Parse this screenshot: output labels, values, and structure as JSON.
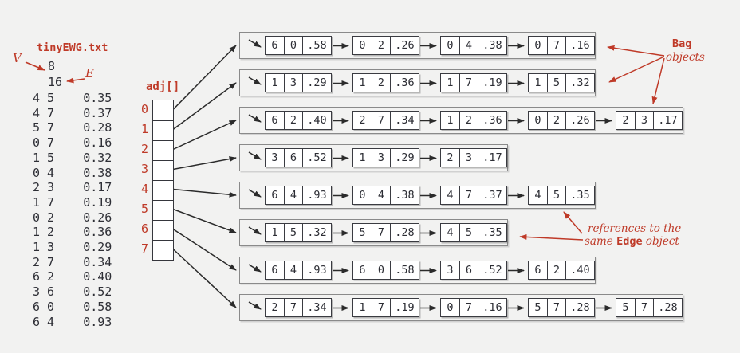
{
  "colors": {
    "accent_red": "#bf3a28",
    "ink": "#2e2f36",
    "row_border_gray": "#8a8a8a",
    "background": "#f2f2f1"
  },
  "file": {
    "title": "tinyEWG.txt",
    "v_label": "V",
    "v_value": "8",
    "e_label": "E",
    "e_value": "16",
    "edges": [
      "4 5    0.35",
      "4 7    0.37",
      "5 7    0.28",
      "0 7    0.16",
      "1 5    0.32",
      "0 4    0.38",
      "2 3    0.17",
      "1 7    0.19",
      "0 2    0.26",
      "1 2    0.36",
      "1 3    0.29",
      "2 7    0.34",
      "6 2    0.40",
      "3 6    0.52",
      "6 0    0.58",
      "6 4    0.93"
    ]
  },
  "adj": {
    "label": "adj[]",
    "indices": [
      "0",
      "1",
      "2",
      "3",
      "4",
      "5",
      "6",
      "7"
    ]
  },
  "rows": [
    {
      "nodes": [
        [
          "6",
          "0",
          ".58"
        ],
        [
          "0",
          "2",
          ".26"
        ],
        [
          "0",
          "4",
          ".38"
        ],
        [
          "0",
          "7",
          ".16"
        ]
      ]
    },
    {
      "nodes": [
        [
          "1",
          "3",
          ".29"
        ],
        [
          "1",
          "2",
          ".36"
        ],
        [
          "1",
          "7",
          ".19"
        ],
        [
          "1",
          "5",
          ".32"
        ]
      ]
    },
    {
      "nodes": [
        [
          "6",
          "2",
          ".40"
        ],
        [
          "2",
          "7",
          ".34"
        ],
        [
          "1",
          "2",
          ".36"
        ],
        [
          "0",
          "2",
          ".26"
        ],
        [
          "2",
          "3",
          ".17"
        ]
      ]
    },
    {
      "nodes": [
        [
          "3",
          "6",
          ".52"
        ],
        [
          "1",
          "3",
          ".29"
        ],
        [
          "2",
          "3",
          ".17"
        ]
      ]
    },
    {
      "nodes": [
        [
          "6",
          "4",
          ".93"
        ],
        [
          "0",
          "4",
          ".38"
        ],
        [
          "4",
          "7",
          ".37"
        ],
        [
          "4",
          "5",
          ".35"
        ]
      ]
    },
    {
      "nodes": [
        [
          "1",
          "5",
          ".32"
        ],
        [
          "5",
          "7",
          ".28"
        ],
        [
          "4",
          "5",
          ".35"
        ]
      ]
    },
    {
      "nodes": [
        [
          "6",
          "4",
          ".93"
        ],
        [
          "6",
          "0",
          ".58"
        ],
        [
          "3",
          "6",
          ".52"
        ],
        [
          "6",
          "2",
          ".40"
        ]
      ]
    },
    {
      "nodes": [
        [
          "2",
          "7",
          ".34"
        ],
        [
          "1",
          "7",
          ".19"
        ],
        [
          "0",
          "7",
          ".16"
        ],
        [
          "5",
          "7",
          ".28"
        ],
        [
          "5",
          "7",
          ".28"
        ]
      ]
    }
  ],
  "annotations": {
    "bag_line1": "Bag",
    "bag_line2": "objects",
    "ref_line1": "references to the",
    "ref_line2_pre": "same ",
    "ref_line2_code": "Edge",
    "ref_line2_post": " object"
  }
}
